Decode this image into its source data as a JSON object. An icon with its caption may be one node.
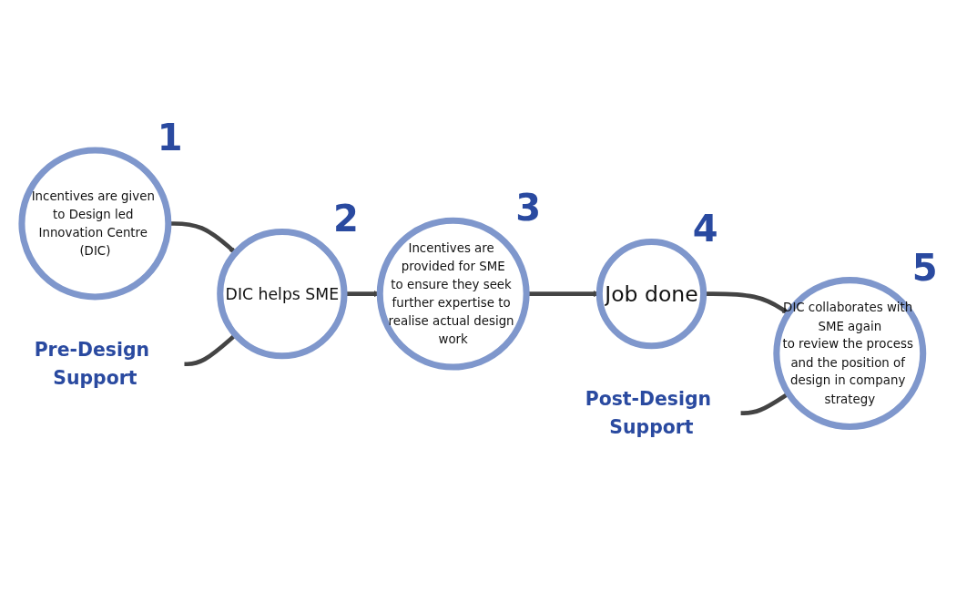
{
  "diagram": {
    "nodes": [
      {
        "text": [
          "Incentives are given to Design led Innovation Centre (DIC)"
        ],
        "beside": [
          "1"
        ]
      },
      {
        "text": [
          "DIC helps SME"
        ],
        "beside": [
          "2"
        ]
      },
      {
        "text": [
          "Incentives are provided for SME",
          "to ensure they seek further expertise to realise actual design work"
        ],
        "beside": [
          "3"
        ]
      },
      {
        "text": [
          "Job done"
        ],
        "beside": [
          "4"
        ]
      },
      {
        "text": [
          "DIC collaborates with SME again",
          "to review the process and the position of design in company strategy"
        ],
        "beside": [
          "5"
        ]
      },
      {
        "text": [
          "Pre-Design Support"
        ]
      },
      {
        "text": [
          "Post-Design Support"
        ]
      }
    ],
    "edges": [
      {
        "from": 0,
        "to": 1,
        "arrow": "to"
      },
      {
        "from": 1,
        "to": 2,
        "arrow": "to"
      },
      {
        "from": 2,
        "to": 3,
        "arrow": "to"
      },
      {
        "from": 3,
        "to": 4,
        "arrow": "to"
      },
      {
        "from": 5,
        "to": 1,
        "arrow": "none"
      },
      {
        "from": 6,
        "to": 4,
        "arrow": "none"
      }
    ]
  }
}
